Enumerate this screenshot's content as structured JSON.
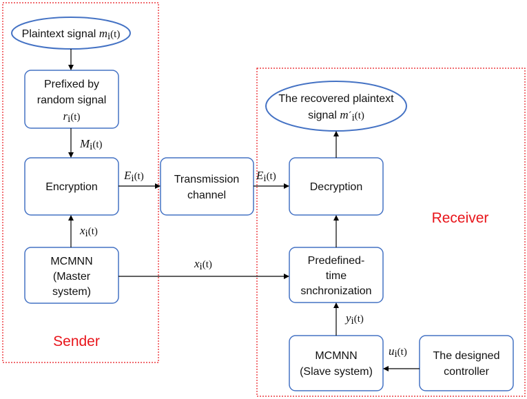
{
  "colors": {
    "node_border": "#4472c4",
    "region_border": "#e8141a",
    "region_label": "#e8141a",
    "arrow": "#000000"
  },
  "regions": {
    "sender": {
      "label": "Sender"
    },
    "receiver": {
      "label": "Receiver"
    }
  },
  "nodes": {
    "plaintext": {
      "shape": "ellipse",
      "text": "Plaintext signal ",
      "math": "m",
      "sub": "i",
      "arg": "(t)"
    },
    "prefix": {
      "shape": "rounded-rect",
      "line1": "Prefixed by",
      "line2": "random signal",
      "math": "r",
      "sub": "i",
      "arg": "(t)"
    },
    "encryption": {
      "shape": "rounded-rect",
      "text": "Encryption"
    },
    "master": {
      "shape": "rounded-rect",
      "line1": "MCMNN",
      "line2": "(Master",
      "line3": "system)"
    },
    "channel": {
      "shape": "rounded-rect",
      "line1": "Transmission",
      "line2": "channel"
    },
    "recovered": {
      "shape": "ellipse",
      "line1": "The recovered plaintext",
      "line2": "signal ",
      "math": "m",
      "prime": "´",
      "sub": "i",
      "arg": "(t)"
    },
    "decryption": {
      "shape": "rounded-rect",
      "text": "Decryption"
    },
    "sync": {
      "shape": "rounded-rect",
      "line1": "Predefined-",
      "line2": "time",
      "line3": "snchronization"
    },
    "slave": {
      "shape": "rounded-rect",
      "line1": "MCMNN",
      "line2": "(Slave system)"
    },
    "controller": {
      "shape": "rounded-rect",
      "line1": "The designed",
      "line2": "controller"
    }
  },
  "edges": {
    "plaintext_to_prefix": {
      "label": ""
    },
    "prefix_to_encryption": {
      "math": "M",
      "sub": "i",
      "arg": "(t)"
    },
    "master_to_encryption": {
      "math": "x",
      "sub": "i",
      "arg": "(t)"
    },
    "encryption_to_channel": {
      "math": "E",
      "sub": "i",
      "arg": "(t)"
    },
    "channel_to_decryption": {
      "math": "E",
      "sub": "i",
      "arg": "(t)"
    },
    "master_to_sync": {
      "math": "x",
      "sub": "i",
      "arg": "(t)"
    },
    "sync_to_decryption": {
      "label": ""
    },
    "decryption_to_recovered": {
      "label": ""
    },
    "slave_to_sync": {
      "math": "y",
      "sub": "i",
      "arg": "(t)"
    },
    "controller_to_slave": {
      "math": "u",
      "sub": "i",
      "arg": "(t)"
    }
  }
}
